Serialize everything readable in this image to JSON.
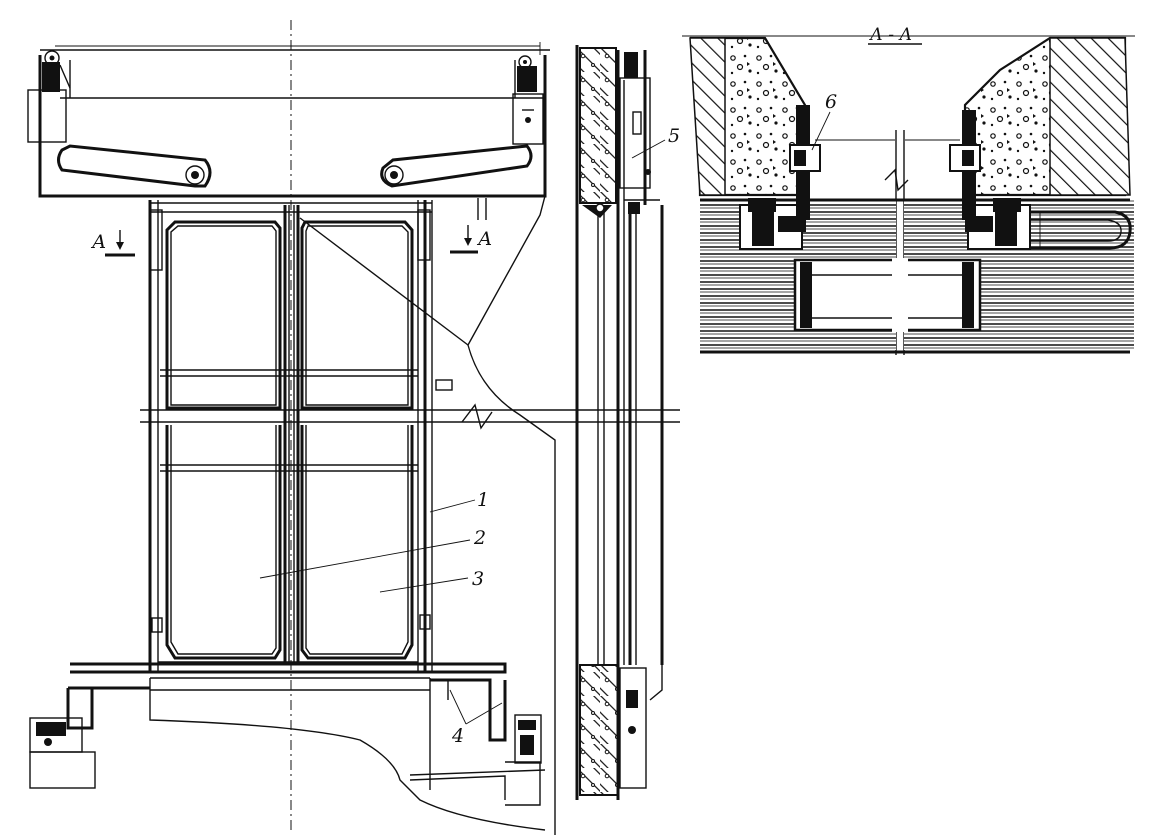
{
  "section_view": {
    "title": "А - А"
  },
  "cut_marks": {
    "left": "А",
    "right": "А"
  },
  "callouts": [
    "1",
    "2",
    "3",
    "4",
    "5",
    "6"
  ]
}
